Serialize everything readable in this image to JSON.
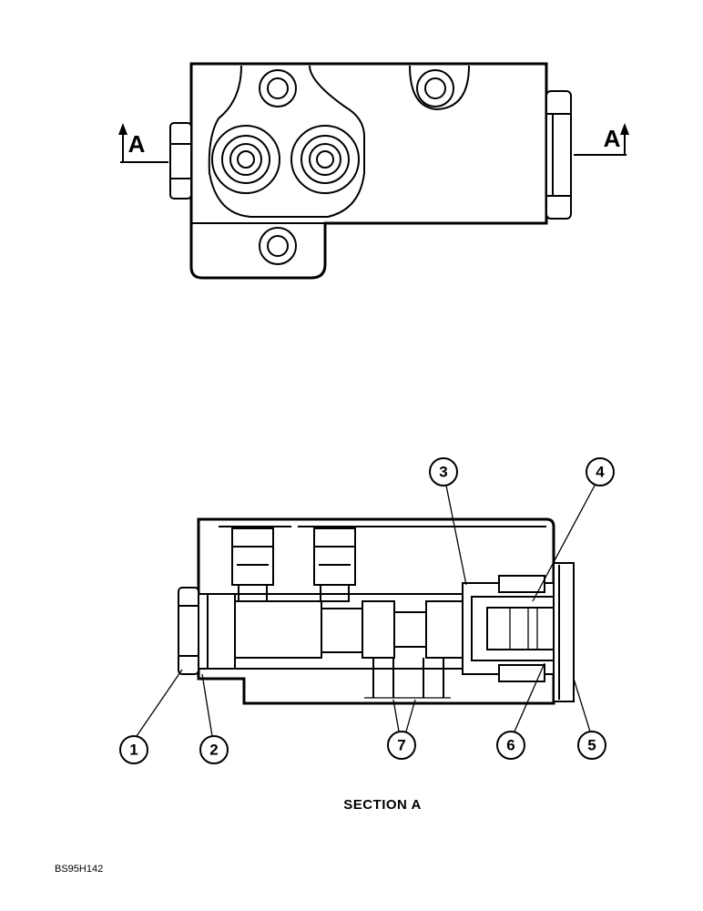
{
  "section_marker_left": "A",
  "section_marker_right": "A",
  "section_caption": "SECTION A",
  "figure_code": "BS95H142",
  "callouts": [
    "1",
    "2",
    "3",
    "4",
    "5",
    "6",
    "7"
  ]
}
